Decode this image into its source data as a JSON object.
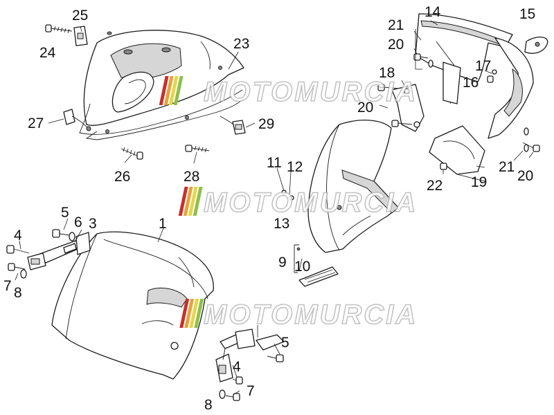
{
  "diagram": {
    "watermark": "MOTOMURCIA",
    "callouts": [
      {
        "id": "c1",
        "text": "1"
      },
      {
        "id": "c3",
        "text": "3"
      },
      {
        "id": "c4a",
        "text": "4"
      },
      {
        "id": "c4b",
        "text": "4"
      },
      {
        "id": "c5a",
        "text": "5"
      },
      {
        "id": "c5b",
        "text": "5"
      },
      {
        "id": "c6",
        "text": "6"
      },
      {
        "id": "c7a",
        "text": "7"
      },
      {
        "id": "c7b",
        "text": "7"
      },
      {
        "id": "c8a",
        "text": "8"
      },
      {
        "id": "c8b",
        "text": "8"
      },
      {
        "id": "c9",
        "text": "9"
      },
      {
        "id": "c10",
        "text": "10"
      },
      {
        "id": "c11",
        "text": "11"
      },
      {
        "id": "c12",
        "text": "12"
      },
      {
        "id": "c13",
        "text": "13"
      },
      {
        "id": "c14",
        "text": "14"
      },
      {
        "id": "c15",
        "text": "15"
      },
      {
        "id": "c16",
        "text": "16"
      },
      {
        "id": "c17",
        "text": "17"
      },
      {
        "id": "c18",
        "text": "18"
      },
      {
        "id": "c19",
        "text": "19"
      },
      {
        "id": "c20a",
        "text": "20"
      },
      {
        "id": "c20b",
        "text": "20"
      },
      {
        "id": "c20c",
        "text": "20"
      },
      {
        "id": "c21a",
        "text": "21"
      },
      {
        "id": "c21b",
        "text": "21"
      },
      {
        "id": "c22",
        "text": "22"
      },
      {
        "id": "c23",
        "text": "23"
      },
      {
        "id": "c24",
        "text": "24"
      },
      {
        "id": "c25",
        "text": "25"
      },
      {
        "id": "c26",
        "text": "26"
      },
      {
        "id": "c27",
        "text": "27"
      },
      {
        "id": "c28",
        "text": "28"
      },
      {
        "id": "c29",
        "text": "29"
      }
    ]
  },
  "colors": {
    "line": "#1a1a1a",
    "watermark_stripe_1": "#c8302c",
    "watermark_stripe_2": "#e8a33a",
    "watermark_stripe_3": "#e6d64a",
    "watermark_stripe_4": "#8fbf4a"
  }
}
